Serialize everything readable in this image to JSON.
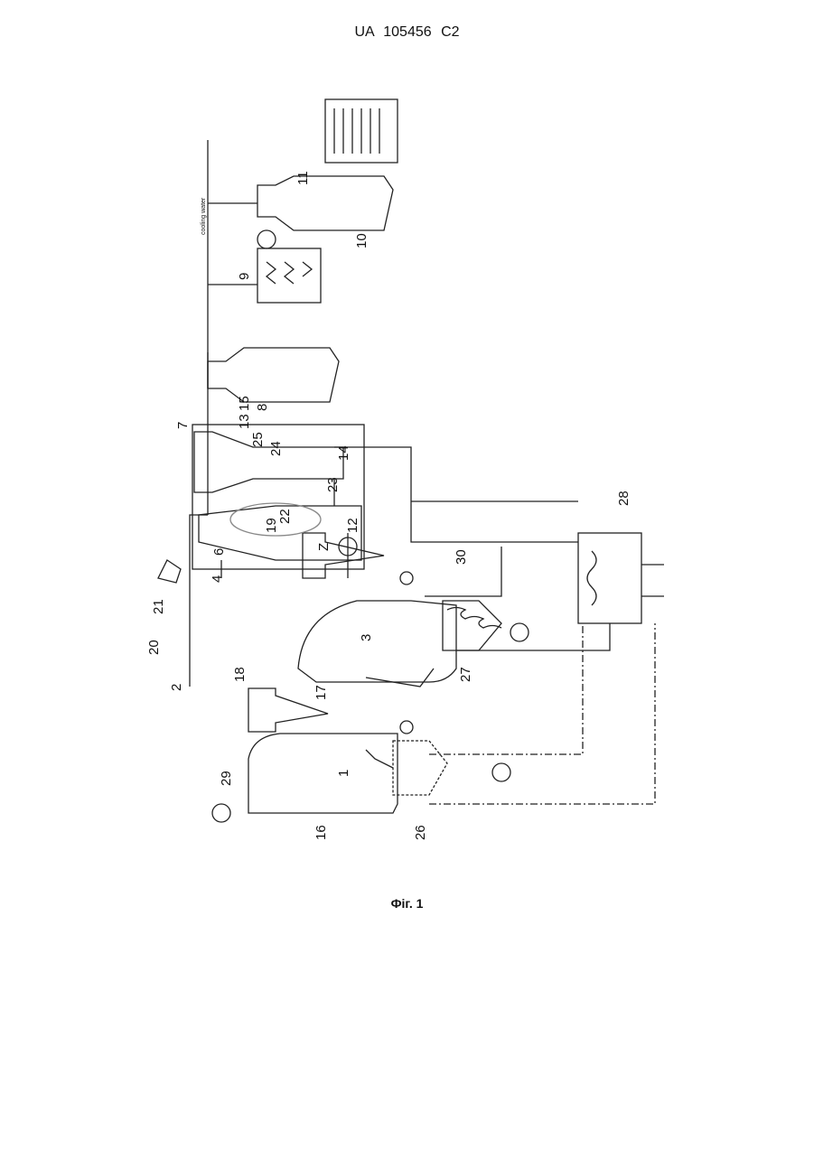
{
  "header": {
    "country": "UA",
    "number": "105456",
    "kind": "C2"
  },
  "figure": {
    "caption": "Фіг. 1",
    "labels": {
      "l1": "1",
      "l2": "2",
      "l3": "3",
      "l4": "4",
      "l6": "6",
      "l7": "7",
      "l8": "8",
      "l9": "9",
      "l10": "10",
      "l11": "11",
      "l12": "12",
      "l13": "13",
      "l14": "14",
      "l15": "15",
      "l16": "16",
      "l17": "17",
      "l18": "18",
      "l19": "19",
      "l20": "20",
      "l21": "21",
      "l22": "22",
      "l23": "23",
      "l24": "24",
      "l25": "25",
      "l26": "26",
      "l27": "27",
      "l28": "28",
      "l29": "29",
      "l30": "30",
      "lZ": "Z"
    },
    "cooling_water": "cooling water"
  }
}
